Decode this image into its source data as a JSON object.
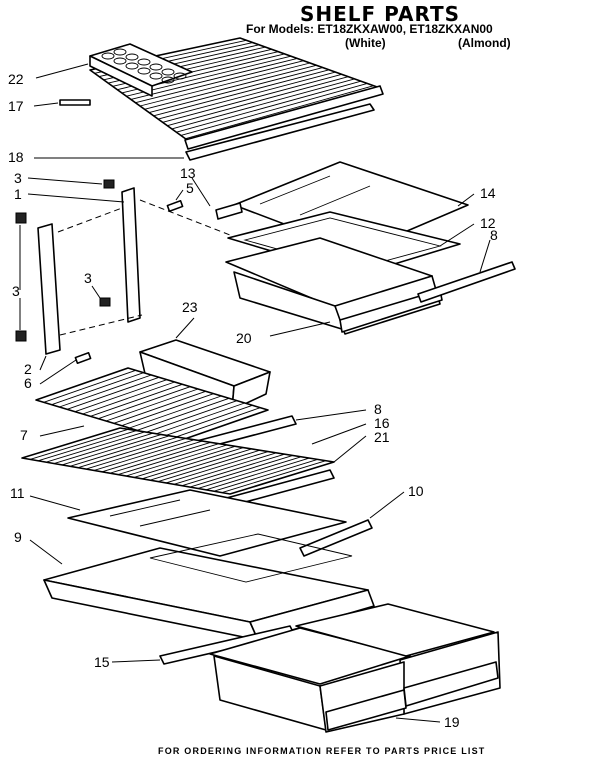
{
  "header": {
    "title": "SHELF PARTS",
    "models_line": "For Models: ET18ZKXAW00, ET18ZKXAN00",
    "variant_white": "(White)",
    "variant_almond": "(Almond)"
  },
  "footer": {
    "note": "FOR ORDERING INFORMATION REFER TO PARTS PRICE LIST"
  },
  "callouts": {
    "p22": "22",
    "p17": "17",
    "p18": "18",
    "p13": "13",
    "p14": "14",
    "p3a": "3",
    "p5": "5",
    "p1": "1",
    "p12": "12",
    "p8a": "8",
    "p3b": "3",
    "p3c": "3",
    "p20": "20",
    "p23": "23",
    "p2": "2",
    "p6": "6",
    "p8b": "8",
    "p16": "16",
    "p7": "7",
    "p21": "21",
    "p11": "11",
    "p10": "10",
    "p9": "9",
    "p15": "15",
    "p19": "19"
  }
}
